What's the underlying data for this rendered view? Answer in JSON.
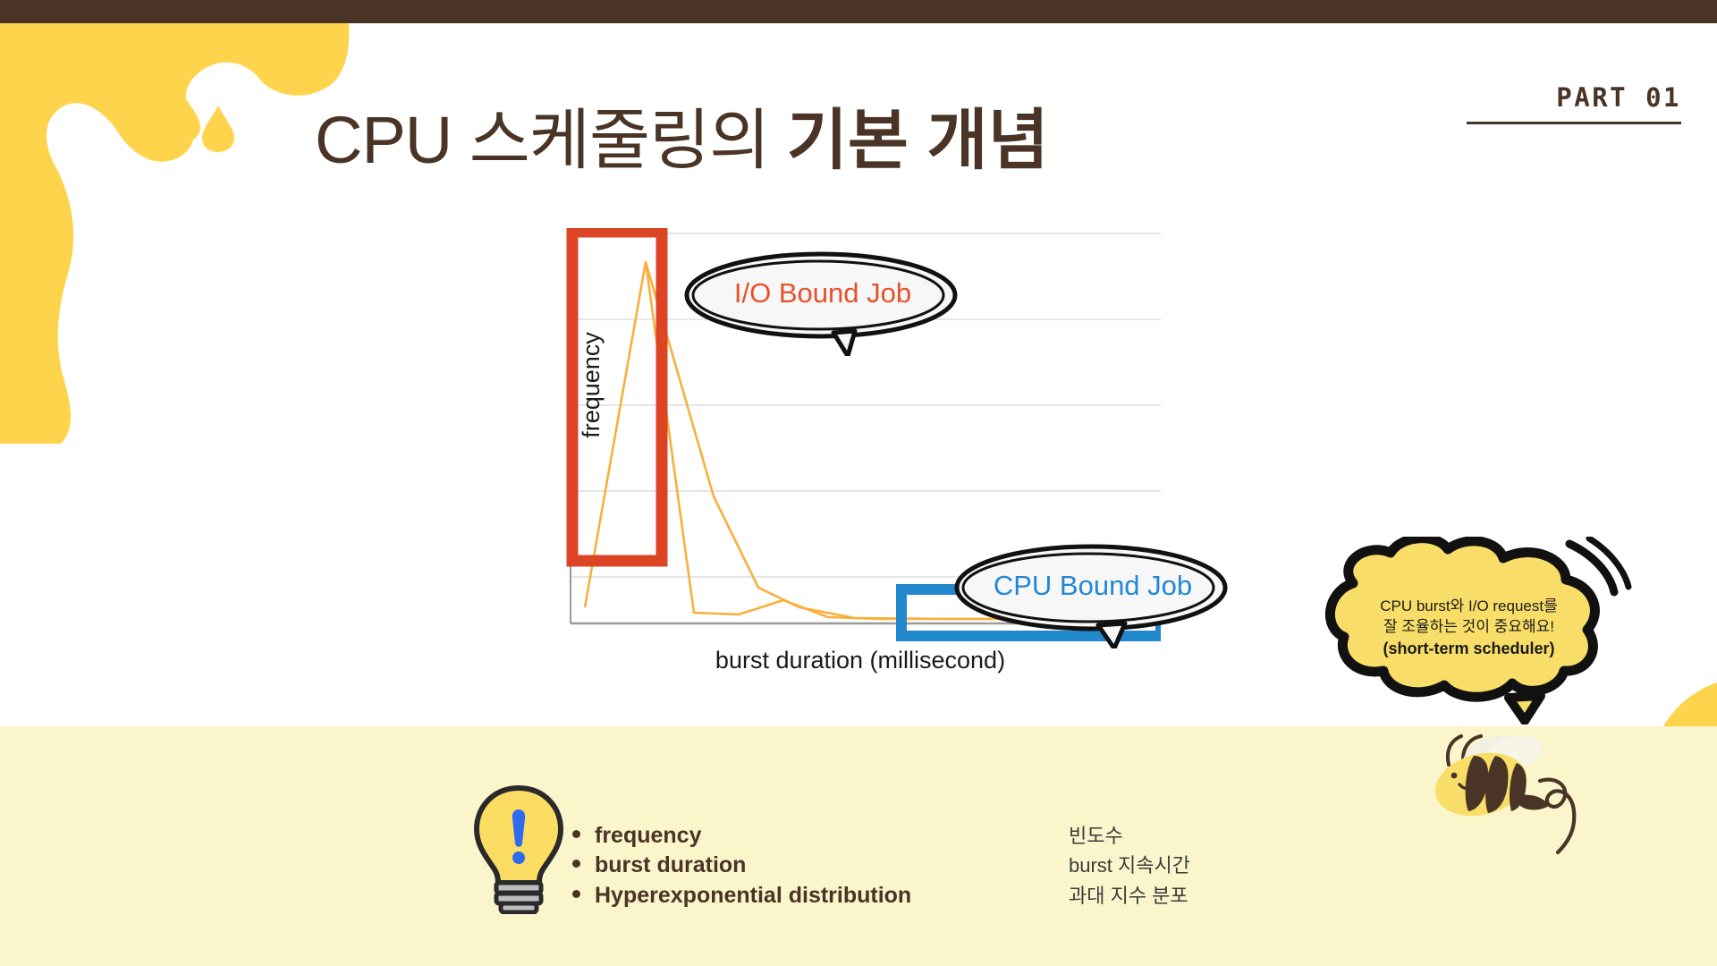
{
  "slide": {
    "part_label": "PART 01",
    "title_light": "CPU 스케줄링의 ",
    "title_bold": "기본 개념"
  },
  "colors": {
    "brand_brown": "#4A3425",
    "honey_yellow": "#FFD44D",
    "band_cream": "#FBF5CC",
    "curve_orange": "#FAAF3C",
    "highlight_red": "#DC4424",
    "highlight_blue": "#2288CC",
    "io_text": "#E8502A",
    "cpu_text": "#2188D6"
  },
  "chart_data": {
    "type": "line",
    "title": "",
    "xlabel": "burst duration (millisecond)",
    "ylabel": "frequency",
    "grid": true,
    "legend": "none",
    "xlim": [
      0,
      100
    ],
    "ylim": [
      0,
      100
    ],
    "x": [
      2,
      10,
      14,
      22,
      30,
      40,
      55,
      70,
      85,
      97
    ],
    "values": [
      4,
      96,
      42,
      18,
      7,
      3.5,
      3,
      3,
      3,
      3
    ],
    "series": [
      {
        "name": "Hyperexponential distribution",
        "values": [
          4,
          96,
          42,
          18,
          7,
          3.5,
          3,
          3,
          3,
          3
        ]
      }
    ],
    "annotations": [
      {
        "name": "io-bound-highlight",
        "shape": "rectangle",
        "color": "#DC4424",
        "x_range": [
          0,
          17
        ],
        "y_range": [
          0,
          100
        ],
        "label": "I/O Bound Job"
      },
      {
        "name": "cpu-bound-highlight",
        "shape": "rectangle",
        "color": "#2288CC",
        "x_range": [
          52,
          100
        ],
        "y_range": [
          0,
          8
        ],
        "label": "CPU Bound Job"
      }
    ]
  },
  "callouts": {
    "io_bound": "I/O Bound Job",
    "cpu_bound": "CPU Bound Job"
  },
  "cloud_note": {
    "line1": "CPU burst와 I/O request를",
    "line2": "잘 조율하는 것이 중요해요!",
    "line3": "(short-term scheduler)"
  },
  "glossary": {
    "terms": [
      "frequency",
      "burst duration",
      "Hyperexponential distribution"
    ],
    "translations": [
      "빈도수",
      "burst 지속시간",
      "과대 지수 분포"
    ]
  },
  "icons": {
    "bulb": "lightbulb-icon",
    "bee": "bee-icon",
    "honey_drip": "honey-drip-icon"
  }
}
